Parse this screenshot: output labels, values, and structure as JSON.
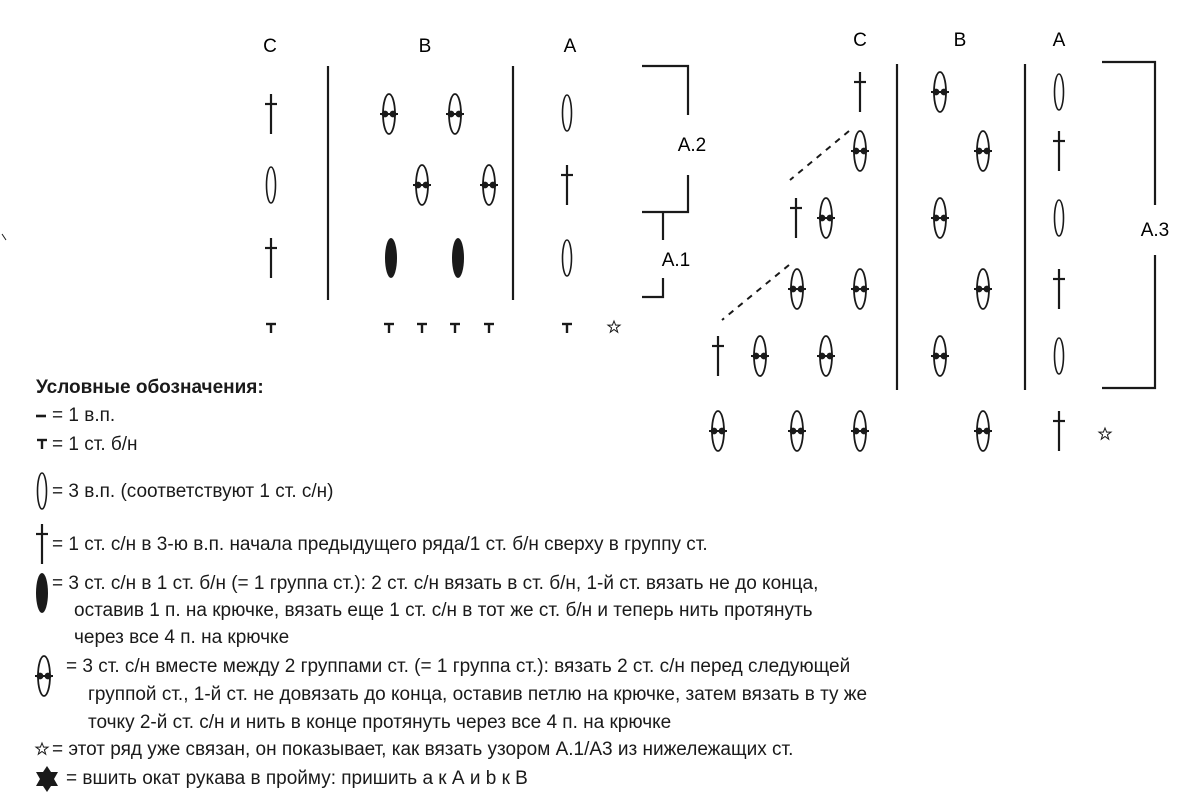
{
  "diagram_left": {
    "col_c": "C",
    "col_b": "B",
    "col_a": "A",
    "bracket_a2": "A.2",
    "bracket_a1": "A.1"
  },
  "diagram_right": {
    "col_c": "C",
    "col_b": "B",
    "col_a": "A",
    "bracket_a3": "A.3"
  },
  "legend": {
    "title": "Условные обозначения:",
    "l1": "= 1 в.п.",
    "l2": "= 1 ст. б/н",
    "l3": "= 3 в.п. (соответствуют 1 ст. с/н)",
    "l4": "= 1 ст. с/н в 3-ю в.п. начала предыдущего ряда/1 ст. б/н сверху в группу ст.",
    "l5a": "= 3 ст. с/н в 1 ст. б/н (= 1 группа ст.): 2 ст. с/н вязать в ст. б/н, 1-й ст. вязать не до конца,",
    "l5b": "оставив 1 п. на крючке, вязать еще 1 ст. с/н в тот же ст. б/н и теперь нить протянуть",
    "l5c": "через все 4 п. на крючке",
    "l6a": "= 3 ст. с/н вместе между 2 группами ст. (= 1 группа ст.): вязать 2 ст. с/н перед следующей",
    "l6b": "группой ст., 1-й ст. не довязать до конца, оставив петлю на крючке, затем вязать в ту же",
    "l6c": "точку 2-й ст. с/н и нить в конце протянуть через все 4 п. на крючке",
    "l7": "= этот ряд уже связан, он показывает, как вязать узором А.1/А3 из нижележащих ст.",
    "l8": "= вшить окат рукава в пройму: пришить а к А и b к В"
  }
}
